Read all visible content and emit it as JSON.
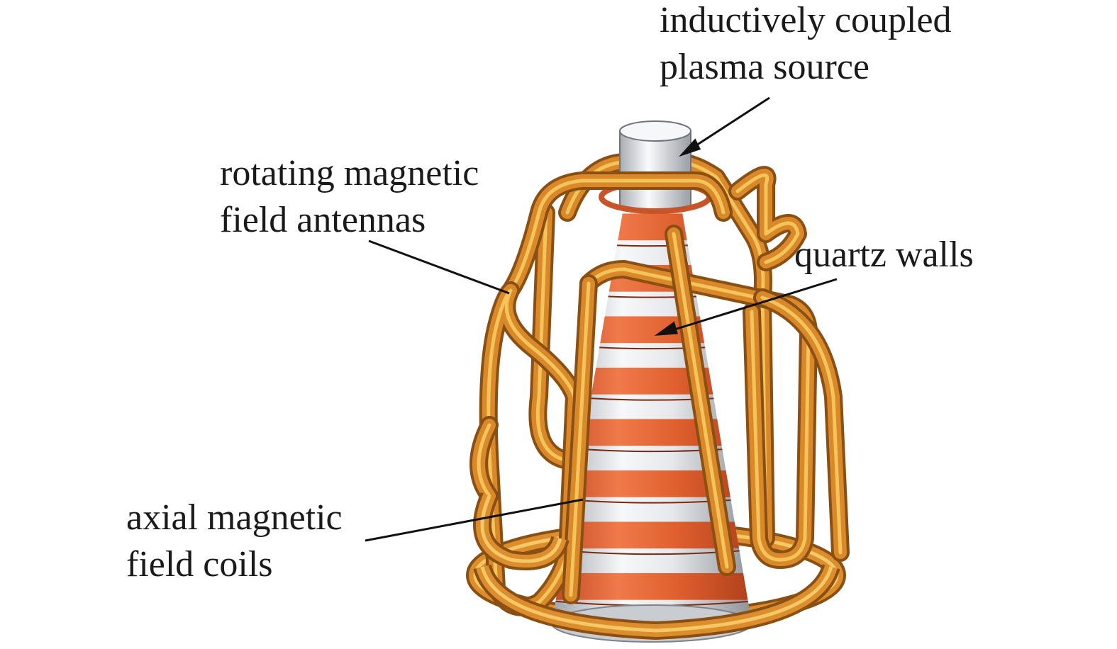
{
  "labels": {
    "icp_source": {
      "line1": "inductively coupled",
      "line2": "plasma source"
    },
    "rmf_antennas": {
      "line1": "rotating magnetic",
      "line2": "field antennas"
    },
    "quartz_walls": {
      "line1": "quartz walls"
    },
    "axial_coils": {
      "line1": "axial magnetic",
      "line2": "field coils"
    }
  },
  "colors": {
    "copper": "#d9892a",
    "copper_light": "#f4c35a",
    "copper_dark": "#8a4f12",
    "coil_red": "#d9552c",
    "quartz": "#d8dbe0",
    "leader": "#111111"
  },
  "coil_band_count": 8
}
